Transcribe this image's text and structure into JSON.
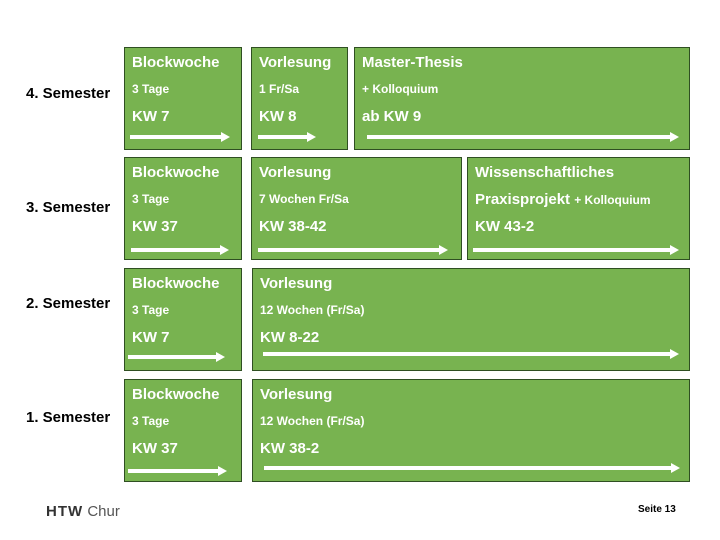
{
  "semesters": {
    "s4": {
      "label": "4. Semester",
      "boxes": [
        {
          "title": "Blockwoche",
          "detail": "3 Tage",
          "week": "KW 7"
        },
        {
          "title": "Vorlesung",
          "detail": "1 Fr/Sa",
          "week": "KW 8"
        },
        {
          "title": "Master-Thesis",
          "detail": "+ Kolloquium",
          "week": "ab KW 9"
        }
      ]
    },
    "s3": {
      "label": "3. Semester",
      "boxes": [
        {
          "title": "Blockwoche",
          "detail": "3 Tage",
          "week": "KW 37"
        },
        {
          "title": "Vorlesung",
          "detail": "7 Wochen Fr/Sa",
          "week": "KW 38-42"
        },
        {
          "title": "Wissenschaftliches",
          "detail": "Praxisprojekt",
          "detail_extra": "+ Kolloquium",
          "week": "KW 43-2"
        }
      ]
    },
    "s2": {
      "label": "2. Semester",
      "boxes": [
        {
          "title": "Blockwoche",
          "detail": "3 Tage",
          "week": "KW 7"
        },
        {
          "title": "Vorlesung",
          "detail": "12 Wochen (Fr/Sa)",
          "week": "KW 8-22"
        }
      ]
    },
    "s1": {
      "label": "1. Semester",
      "boxes": [
        {
          "title": "Blockwoche",
          "detail": "3 Tage",
          "week": "KW 37"
        },
        {
          "title": "Vorlesung",
          "detail": "12 Wochen (Fr/Sa)",
          "week": "KW 38-2"
        }
      ]
    }
  },
  "footer": {
    "logo_bold": "HTW",
    "logo_rest": "Chur",
    "page": "Seite 13"
  },
  "colors": {
    "box_fill": "#78b350",
    "box_border": "#2f4f22",
    "text": "#ffffff"
  }
}
